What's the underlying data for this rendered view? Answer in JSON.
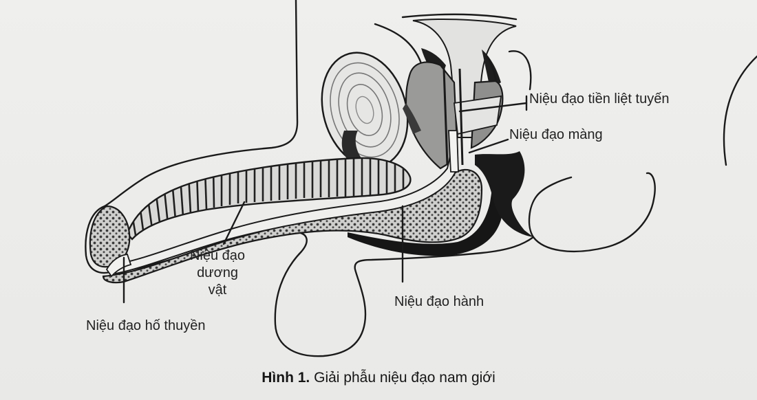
{
  "labels": {
    "prostatic": "Niệu đạo tiền liệt tuyến",
    "membranous": "Niệu đạo màng",
    "penile": [
      "Niệu đạo",
      "dương",
      "vật"
    ],
    "bulbous": "Niệu đạo hành",
    "navicular": "Niệu đạo hố thuyền"
  },
  "caption": {
    "number": "Hình 1.",
    "text": "Giải phẫu niệu đạo nam giới"
  },
  "colors": {
    "ink": "#1a1a1a",
    "tissue_light": "#d0d0ce",
    "tissue_mid": "#9a9a98",
    "paper": "#ececea"
  }
}
